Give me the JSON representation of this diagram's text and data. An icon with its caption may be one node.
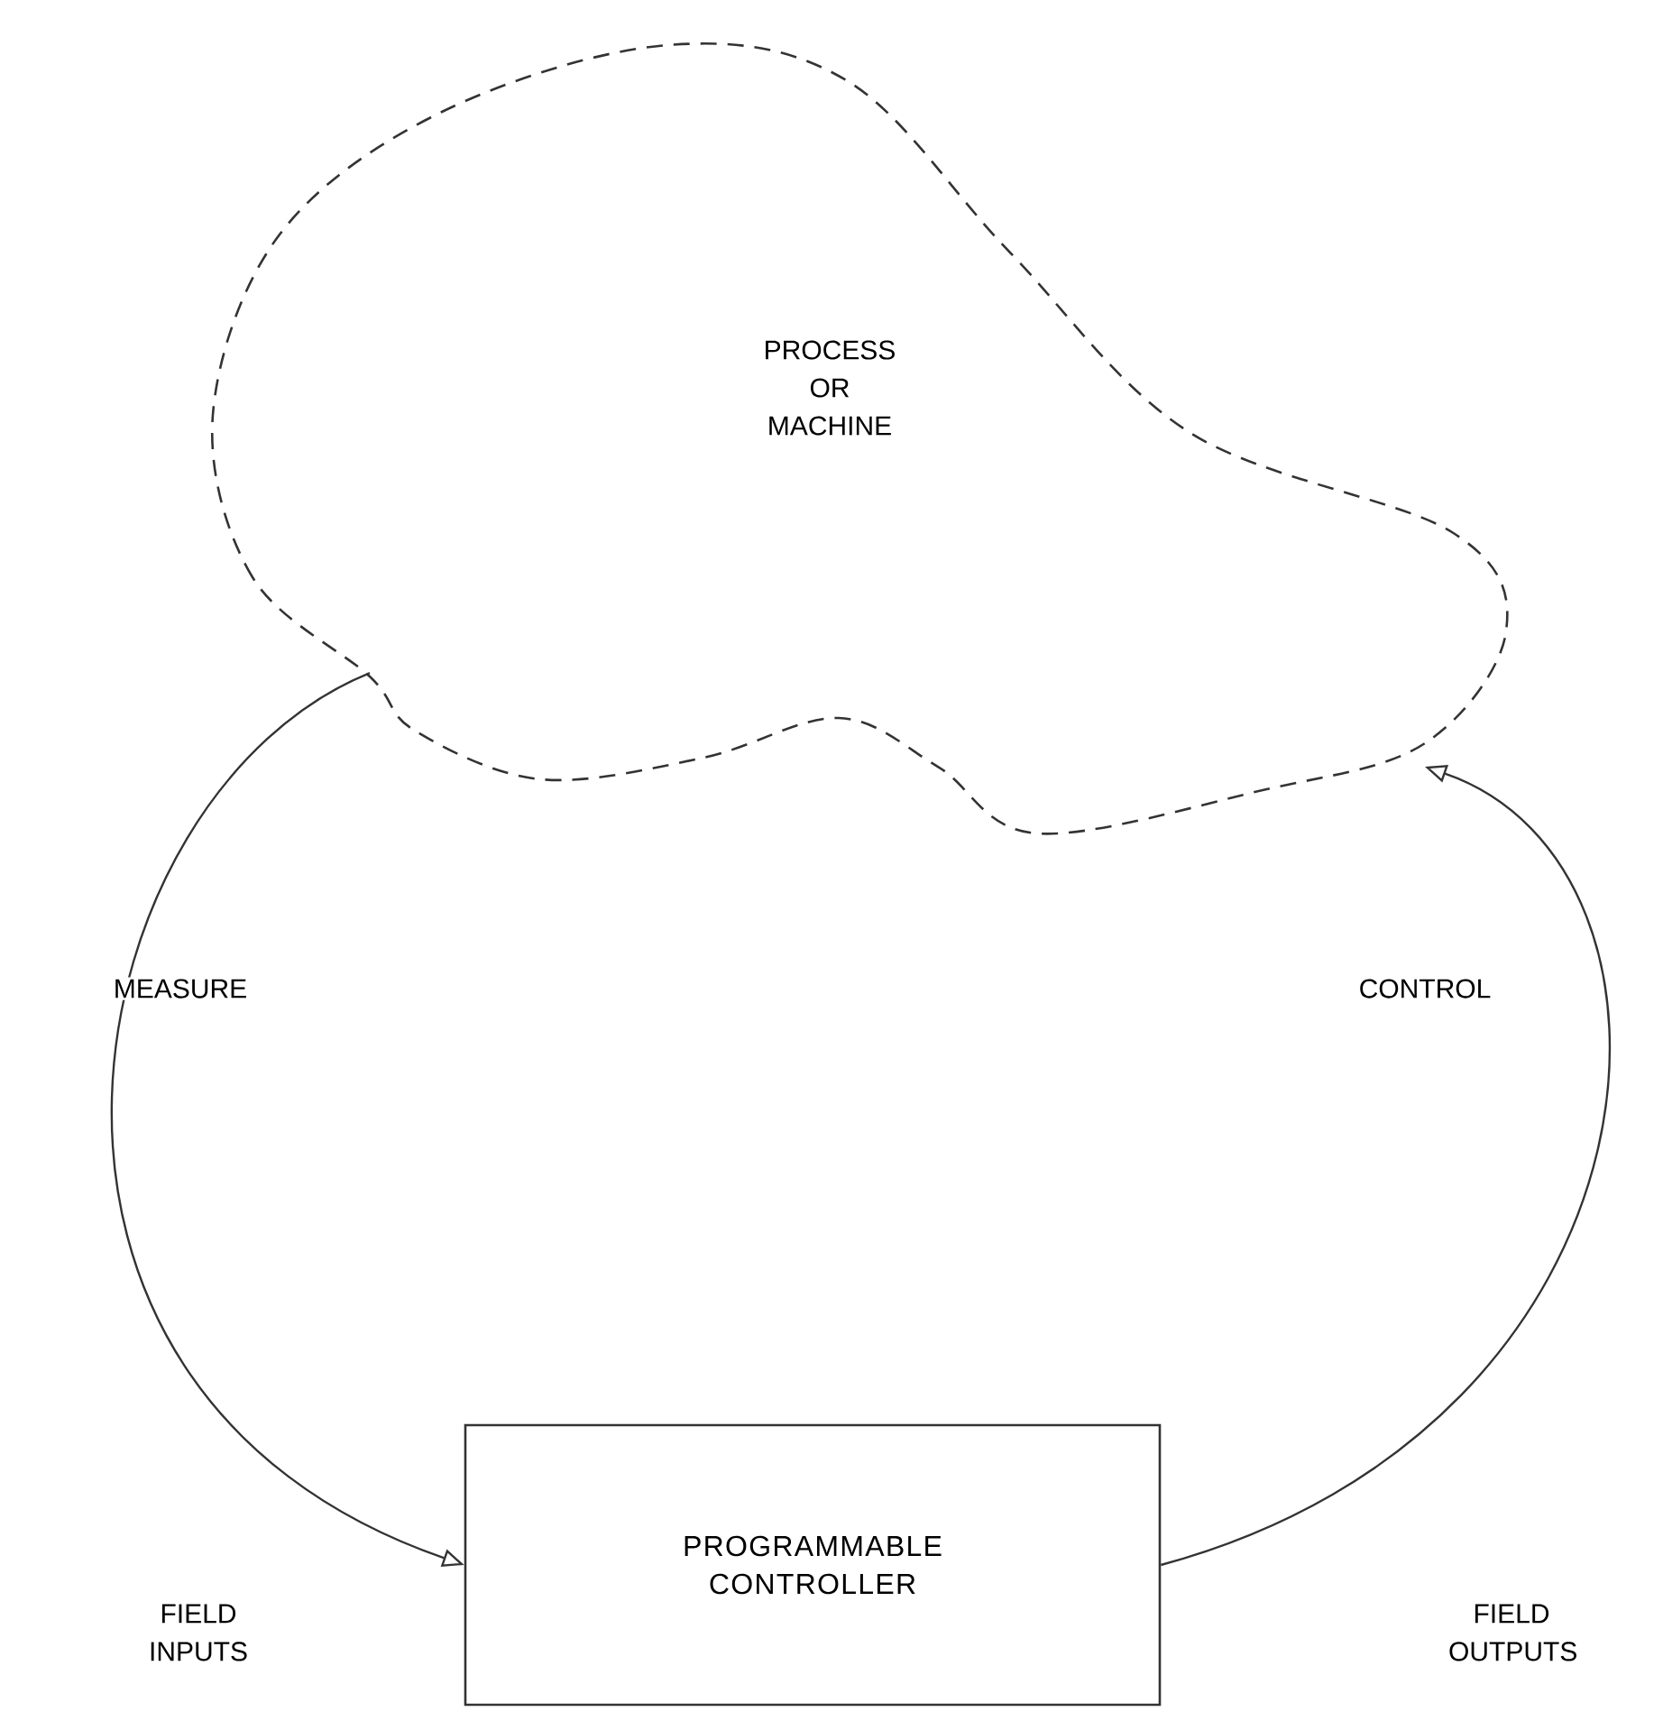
{
  "diagram": {
    "nodes": [
      {
        "text": [
          "PROCESS OR MACHINE"
        ]
      },
      {
        "text": [
          "PROGRAMMABLE CONTROLLER"
        ]
      }
    ],
    "edges": [
      {
        "from": 0,
        "to": 1,
        "arrow": "to",
        "label": "MEASURE"
      },
      {
        "from": 1,
        "to": 0,
        "arrow": "to",
        "label": "CONTROL"
      }
    ],
    "labels": [
      "FIELD INPUTS",
      "FIELD OUTPUTS"
    ]
  }
}
